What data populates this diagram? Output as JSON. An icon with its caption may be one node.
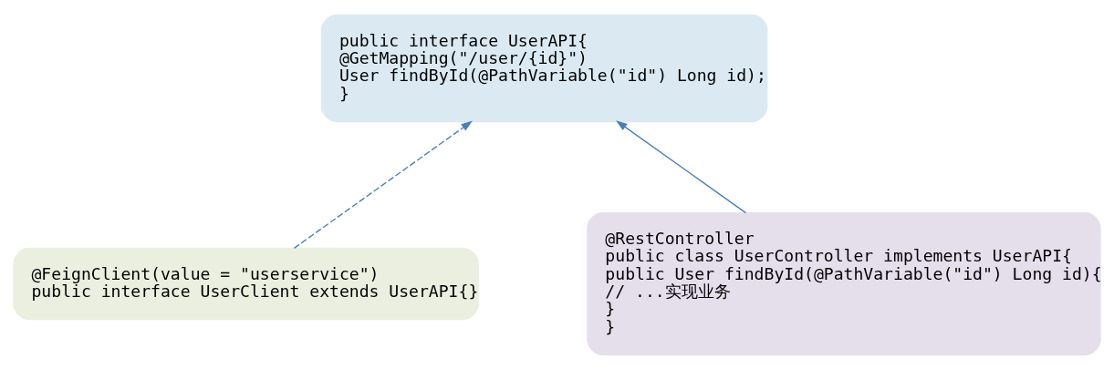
{
  "diagram": {
    "nodes": [
      {
        "text": [
          "public interface UserAPI{",
          "@GetMapping(\"/user/{id}\")",
          "User findById(@PathVariable(\"id\") Long id);",
          "}"
        ]
      },
      {
        "text": [
          "@FeignClient(value = \"userservice\")",
          "public interface UserClient extends UserAPI{}"
        ]
      },
      {
        "text": [
          "@RestController",
          "public class UserController implements UserAPI{",
          "public User findById(@PathVariable(\"id\") Long id){",
          "// ...实现业务",
          "}",
          "}"
        ]
      }
    ],
    "edges": [
      {
        "from": 1,
        "to": 0,
        "arrow": "to",
        "style": "dashed"
      },
      {
        "from": 2,
        "to": 0,
        "arrow": "to"
      }
    ]
  }
}
